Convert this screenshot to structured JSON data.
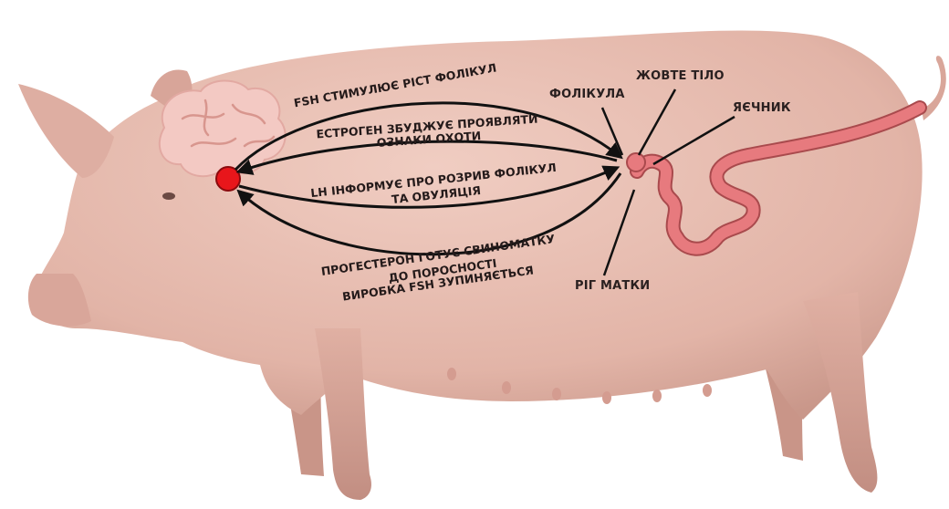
{
  "arrow_labels": {
    "fsh": "FSH СТИМУЛЮЄ РІСТ ФОЛІКУЛ",
    "estrogen_line1": "ЕСТРОГЕН ЗБУДЖУЄ ПРОЯВЛЯТИ",
    "estrogen_line2": "ОЗНАКИ ОХОТИ",
    "lh_line1": "LH ІНФОРМУЄ ПРО РОЗРИВ ФОЛІКУЛ",
    "lh_line2": "ТА ОВУЛЯЦІЯ",
    "progesterone_line1": "ПРОГЕСТЕРОН ГОТУЄ СВИНОМАТКУ",
    "progesterone_line2": "ДО ПОРОСНОСТІ",
    "progesterone_line3": "ВИРОБКА FSH ЗУПИНЯЄТЬСЯ"
  },
  "organ_labels": {
    "follicle": "ФОЛІКУЛА",
    "corpus_luteum": "ЖОВТЕ ТІЛО",
    "ovary": "ЯЄЧНИК",
    "uterine_horn": "РІГ МАТКИ"
  },
  "colors": {
    "pig_body": "#e7bfb3",
    "pig_shadow": "#c99588",
    "brain": "#f3c9c3",
    "pituitary": "#e8161b",
    "reproductive_tract": "#e77a7e",
    "arrows": "#111111"
  }
}
